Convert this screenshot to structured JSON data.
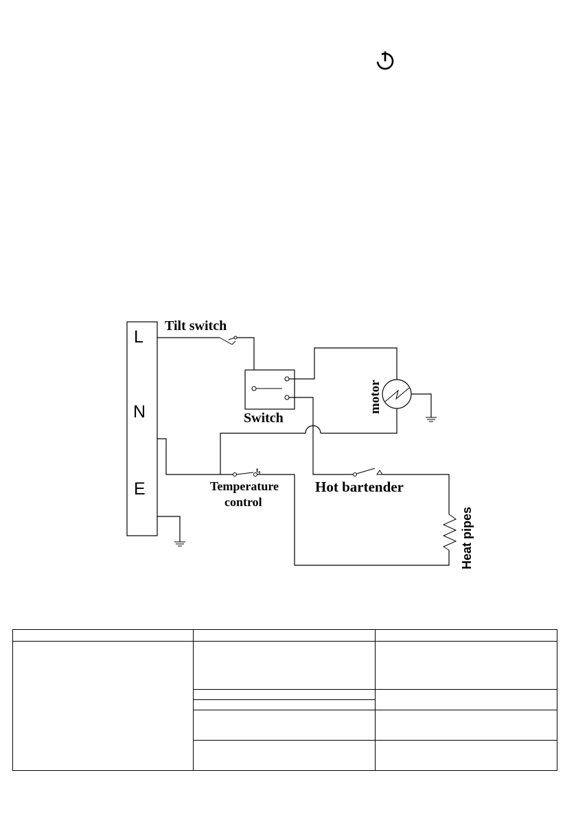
{
  "page": {
    "power_icon": "power-icon"
  },
  "diagram": {
    "terminals": [
      "L",
      "N",
      "E"
    ],
    "labels": {
      "tilt_switch": "Tilt switch",
      "switch": "Switch",
      "motor": "motor",
      "temperature_control_line1": "Temperature",
      "temperature_control_line2": "control",
      "temperature_symbol": "t₀",
      "hot_bartender": "Hot bartender",
      "heat_pipes": "Heat pipes"
    }
  },
  "table": {
    "headers": [
      "",
      "",
      ""
    ],
    "rows": [
      [
        "",
        "",
        ""
      ],
      [
        "",
        ""
      ],
      [
        ""
      ],
      [
        "",
        ""
      ],
      [
        "",
        ""
      ]
    ]
  }
}
